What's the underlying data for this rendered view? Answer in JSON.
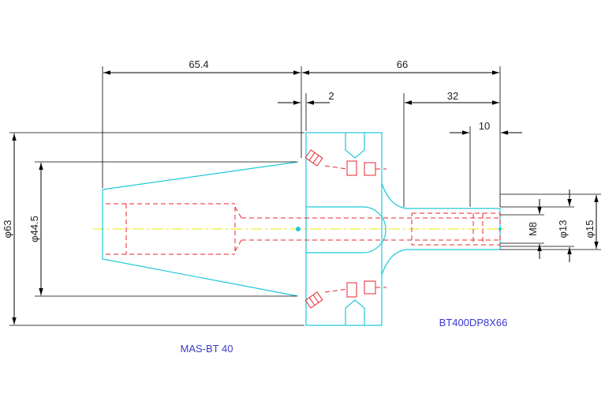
{
  "dimensions": {
    "len_taper": "65.4",
    "len_body": "66",
    "flange_gap": "2",
    "len_neck": "32",
    "len_tip": "10",
    "dia_flange": "φ63",
    "dia_taper": "φ44.5",
    "thread": "M8",
    "dia_bore": "φ13",
    "dia_shank": "φ15"
  },
  "labels": {
    "holder_standard": "MAS-BT 40",
    "part_number": "BT400DP8X66"
  },
  "colors": {
    "outline": "#1fc8d8",
    "hidden": "#e8242c",
    "centerline": "#e8e800",
    "dimension": "#000000",
    "label": "#3a3ad0"
  }
}
